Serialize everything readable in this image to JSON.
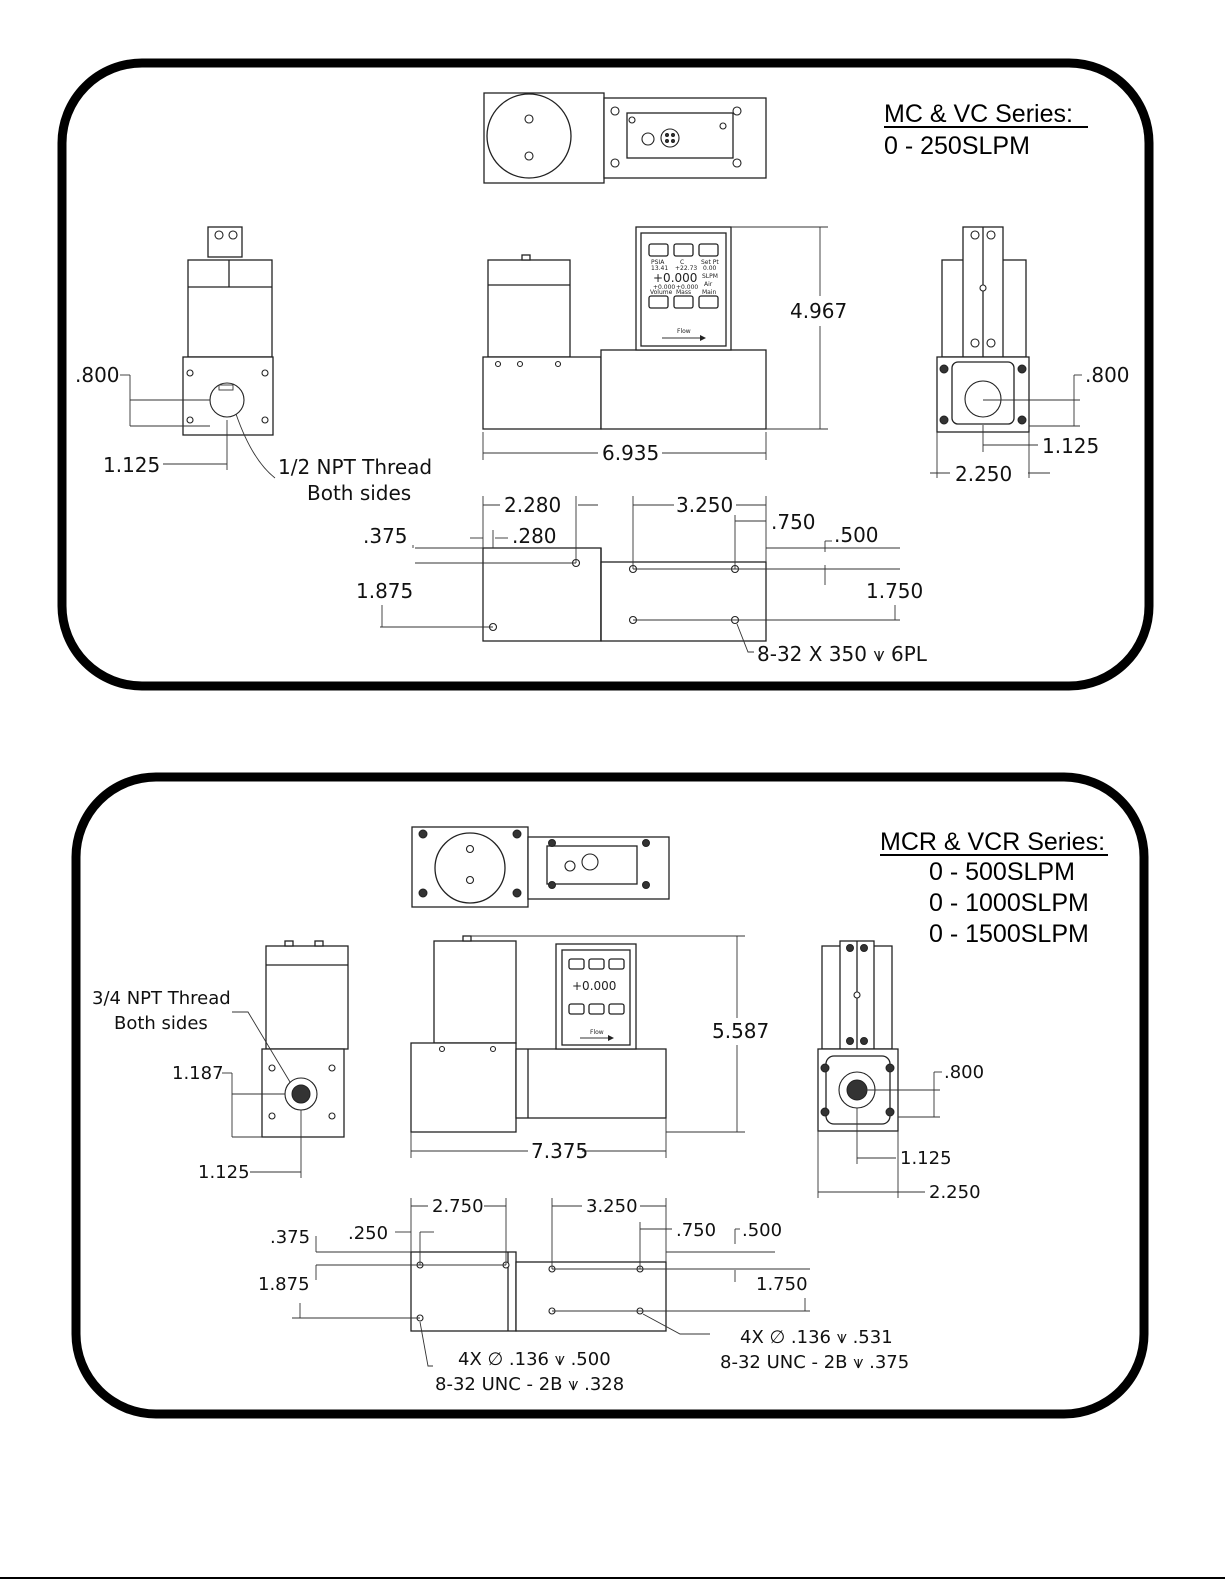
{
  "panel1": {
    "series_title": "MC & VC Series:",
    "range_1": "0  -  250SLPM",
    "dims": {
      "side_height": ".800",
      "side_width": "1.125",
      "thread_1": "1/2 NPT Thread",
      "thread_2": "Both sides",
      "total_height": "4.967",
      "total_length": "6.935",
      "right_height": ".800",
      "right_offset": "1.125",
      "right_width": "2.250",
      "b_2280": "2.280",
      "b_3250": "3.250",
      "b_750": ".750",
      "b_500": ".500",
      "b_375": ".375",
      "b_280": ".280",
      "b_1875": "1.875",
      "b_1750": "1.750",
      "b_hole_callout": "8-32 X 350 ⩛  6PL"
    },
    "display": {
      "label_psia": "PSIA",
      "val_psia": "13.41",
      "label_c": "C",
      "val_c": "+22.73",
      "label_set": "Set Pt",
      "val_set": "0.00",
      "main_value": "+0.000",
      "unit": "SLPM",
      "gas": "Air",
      "sub_1": "+0.000",
      "sub_2": "+0.000",
      "tab_1": "Volume",
      "tab_2": "Mass",
      "tab_3": "Main",
      "flow": "Flow"
    }
  },
  "panel2": {
    "series_title": "MCR & VCR Series:",
    "range_1": "0 -   500SLPM",
    "range_2": "0 - 1000SLPM",
    "range_3": "0 - 1500SLPM",
    "dims": {
      "thread_1": "3/4 NPT Thread",
      "thread_2": "Both sides",
      "side_height": "1.187",
      "side_width": "1.125",
      "total_height": "5.587",
      "total_length": "7.375",
      "right_height": ".800",
      "right_offset": "1.125",
      "right_width": "2.250",
      "b_2750": "2.750",
      "b_3250": "3.250",
      "b_750": ".750",
      "b_500": ".500",
      "b_375": ".375",
      "b_250": ".250",
      "b_1875": "1.875",
      "b_1750": "1.750",
      "callout_left_1": "4X ∅ .136 ⩛ .500",
      "callout_left_2": "8-32 UNC  - 2B ⩛ .328",
      "callout_right_1": "4X ∅ .136 ⩛ .531",
      "callout_right_2": "8-32 UNC  - 2B ⩛ .375"
    },
    "display": {
      "main_value": "+0.000",
      "flow": "Flow"
    }
  }
}
